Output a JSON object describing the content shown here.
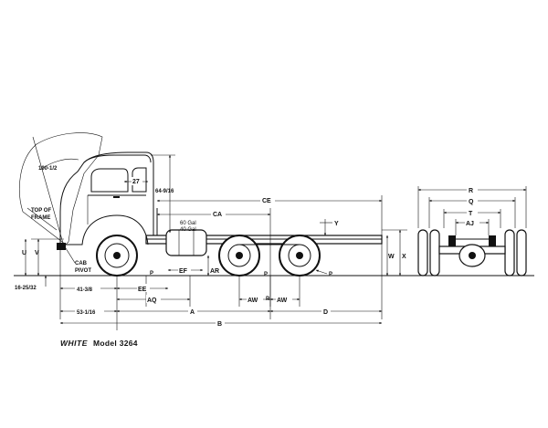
{
  "caption": {
    "brand": "WHITE",
    "model": "Model 3264"
  },
  "labels": {
    "swing": "100-1/2",
    "cab_width": "27",
    "cab_height": "64-9/16",
    "ce": "CE",
    "ca": "CA",
    "gal60": "60 Gal",
    "gal40": "40 Gal",
    "y": "Y",
    "top_of_frame_1": "TOP OF",
    "top_of_frame_2": "FRAME",
    "u": "U",
    "v": "V",
    "cab_pivot_1": "CAB",
    "cab_pivot_2": "PIVOT",
    "ground_clear": "16-25/32",
    "p_front": "P",
    "p_mid": "P",
    "p_rear_a": "P",
    "p_rear_b": "P",
    "ef": "EF",
    "ar": "AR",
    "w": "W",
    "x": "X",
    "d4138": "41-3/8",
    "ee": "EE",
    "aq": "AQ",
    "aw1": "AW",
    "aw2": "AW",
    "d5316": "53-1/16",
    "a": "A",
    "d": "D",
    "b": "B",
    "r": "R",
    "q": "Q",
    "t": "T",
    "aj": "AJ"
  }
}
